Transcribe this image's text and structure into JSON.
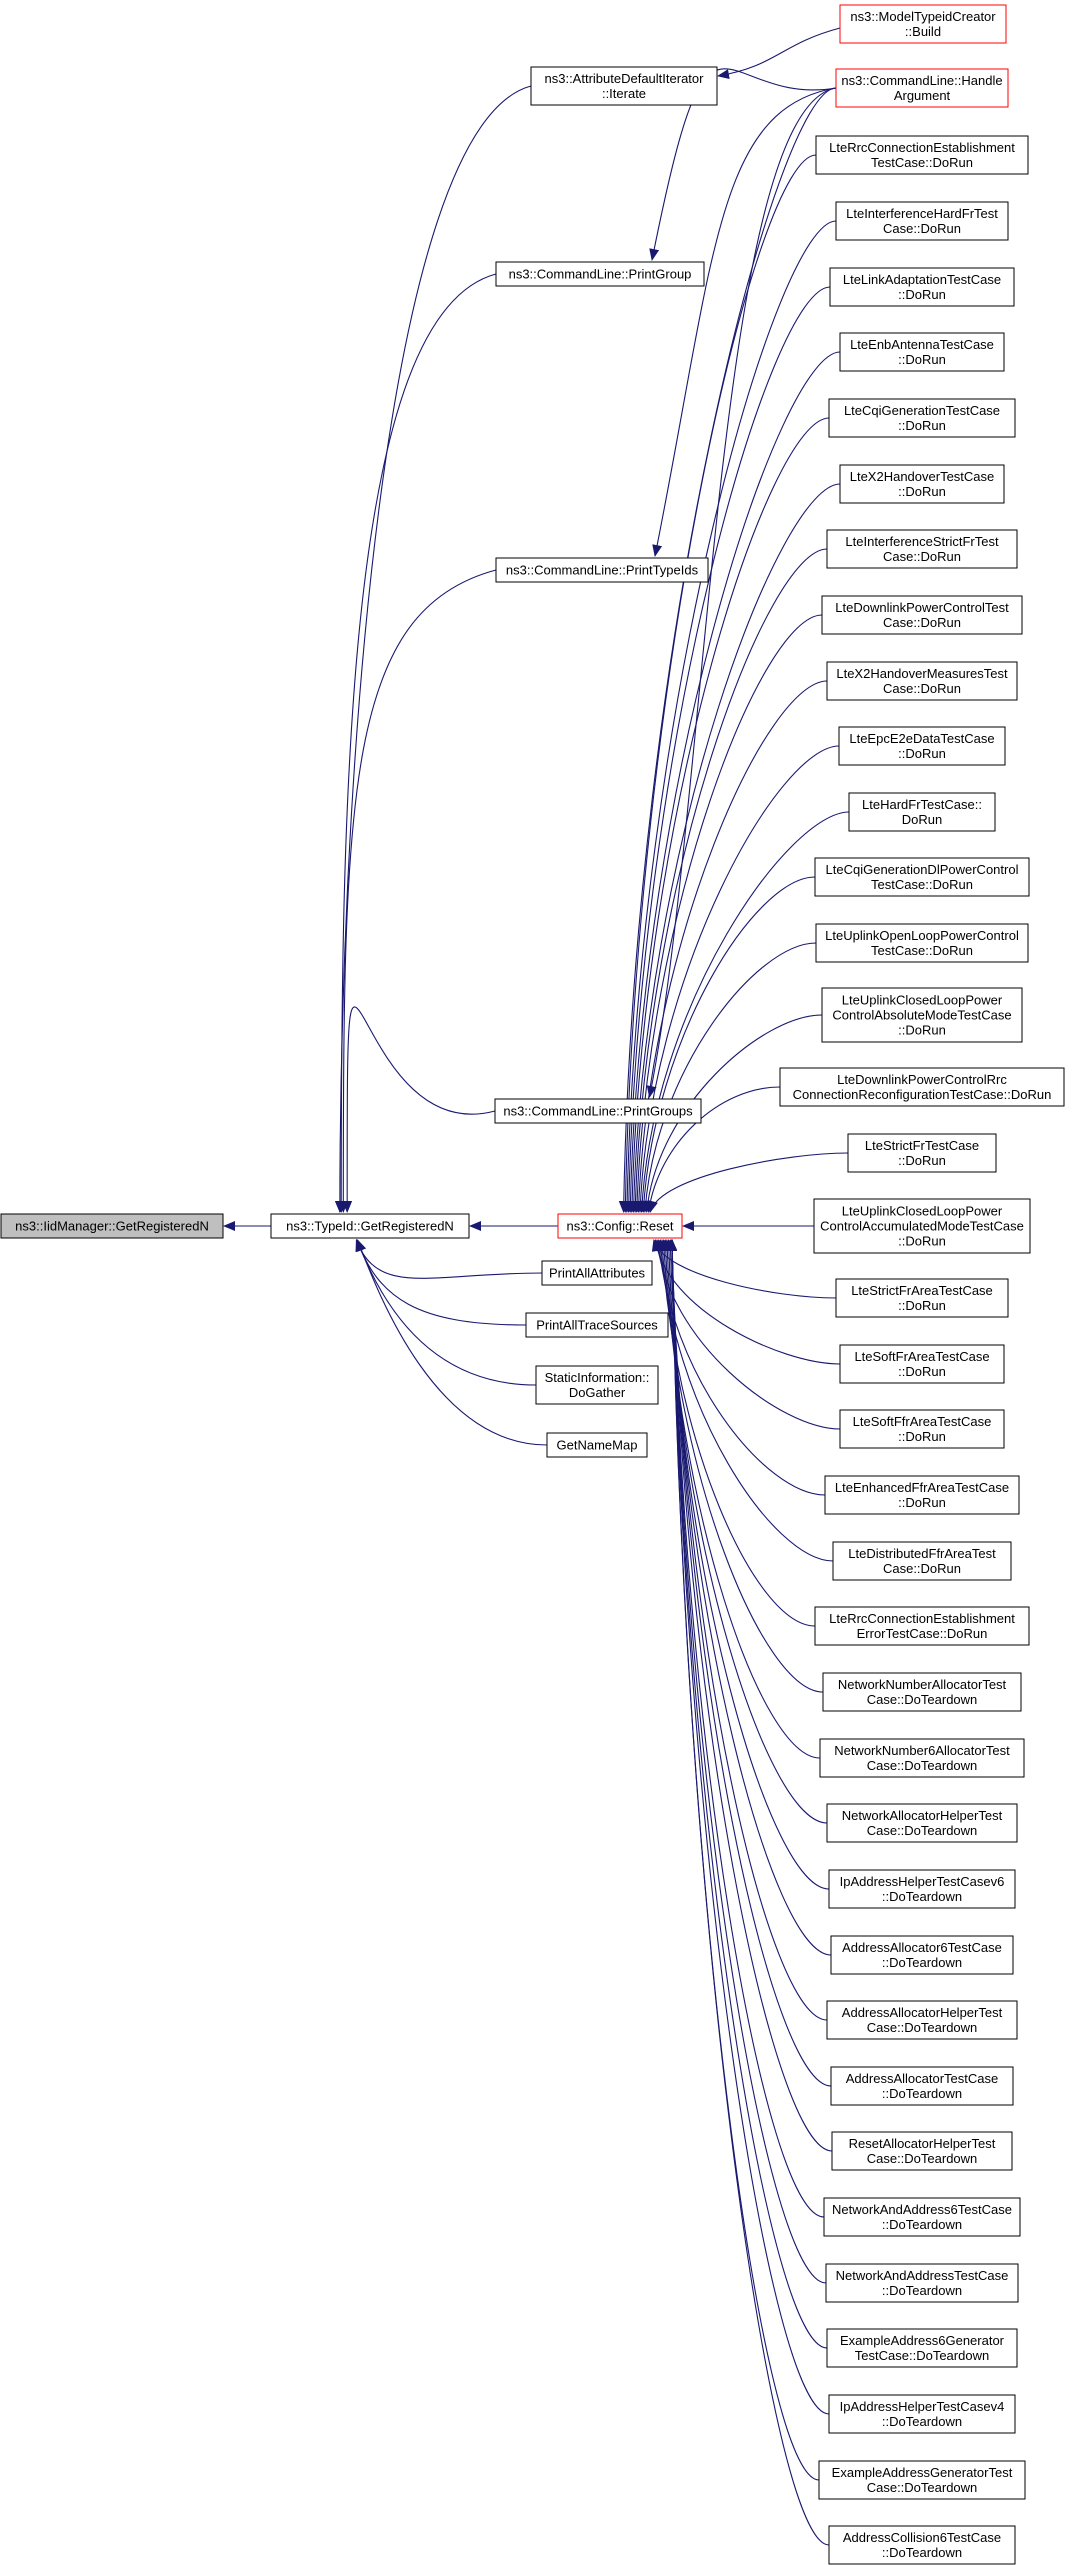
{
  "graph": {
    "colors": {
      "edge": "#191970",
      "node_border": "#000000",
      "node_border_highlight": "#ff0000",
      "focus_fill": "#bfbfbf",
      "node_fill": "#ffffff"
    },
    "nodes": [
      {
        "id": "root",
        "lines": [
          "ns3::IidManager::GetRegisteredN"
        ],
        "style": "focus"
      },
      {
        "id": "tgr",
        "lines": [
          "ns3::TypeId::GetRegisteredN"
        ],
        "style": "normal"
      },
      {
        "id": "adi",
        "lines": [
          "ns3::AttributeDefaultIterator",
          "::Iterate"
        ],
        "style": "normal"
      },
      {
        "id": "mtc",
        "lines": [
          "ns3::ModelTypeidCreator",
          "::Build"
        ],
        "style": "red"
      },
      {
        "id": "clpg",
        "lines": [
          "ns3::CommandLine::PrintGroup"
        ],
        "style": "normal"
      },
      {
        "id": "clpt",
        "lines": [
          "ns3::CommandLine::PrintTypeIds"
        ],
        "style": "normal"
      },
      {
        "id": "clpgs",
        "lines": [
          "ns3::CommandLine::PrintGroups"
        ],
        "style": "normal"
      },
      {
        "id": "paa",
        "lines": [
          "PrintAllAttributes"
        ],
        "style": "normal"
      },
      {
        "id": "pats",
        "lines": [
          "PrintAllTraceSources"
        ],
        "style": "normal"
      },
      {
        "id": "sid",
        "lines": [
          "StaticInformation::",
          "DoGather"
        ],
        "style": "normal"
      },
      {
        "id": "gnm",
        "lines": [
          "GetNameMap"
        ],
        "style": "normal"
      },
      {
        "id": "reset",
        "lines": [
          "ns3::Config::Reset"
        ],
        "style": "red"
      },
      {
        "id": "clha",
        "lines": [
          "ns3::CommandLine::Handle",
          "Argument"
        ],
        "style": "red"
      },
      {
        "id": "r1",
        "lines": [
          "LteRrcConnectionEstablishment",
          "TestCase::DoRun"
        ],
        "style": "normal"
      },
      {
        "id": "r2",
        "lines": [
          "LteInterferenceHardFrTest",
          "Case::DoRun"
        ],
        "style": "normal"
      },
      {
        "id": "r3",
        "lines": [
          "LteLinkAdaptationTestCase",
          "::DoRun"
        ],
        "style": "normal"
      },
      {
        "id": "r4",
        "lines": [
          "LteEnbAntennaTestCase",
          "::DoRun"
        ],
        "style": "normal"
      },
      {
        "id": "r5",
        "lines": [
          "LteCqiGenerationTestCase",
          "::DoRun"
        ],
        "style": "normal"
      },
      {
        "id": "r6",
        "lines": [
          "LteX2HandoverTestCase",
          "::DoRun"
        ],
        "style": "normal"
      },
      {
        "id": "r7",
        "lines": [
          "LteInterferenceStrictFrTest",
          "Case::DoRun"
        ],
        "style": "normal"
      },
      {
        "id": "r8",
        "lines": [
          "LteDownlinkPowerControlTest",
          "Case::DoRun"
        ],
        "style": "normal"
      },
      {
        "id": "r9",
        "lines": [
          "LteX2HandoverMeasuresTest",
          "Case::DoRun"
        ],
        "style": "normal"
      },
      {
        "id": "r10",
        "lines": [
          "LteEpcE2eDataTestCase",
          "::DoRun"
        ],
        "style": "normal"
      },
      {
        "id": "r11",
        "lines": [
          "LteHardFrTestCase::",
          "DoRun"
        ],
        "style": "normal"
      },
      {
        "id": "r12",
        "lines": [
          "LteCqiGenerationDlPowerControl",
          "TestCase::DoRun"
        ],
        "style": "normal"
      },
      {
        "id": "r13",
        "lines": [
          "LteUplinkOpenLoopPowerControl",
          "TestCase::DoRun"
        ],
        "style": "normal"
      },
      {
        "id": "r14",
        "lines": [
          "LteUplinkClosedLoopPower",
          "ControlAbsoluteModeTestCase",
          "::DoRun"
        ],
        "style": "normal"
      },
      {
        "id": "r15",
        "lines": [
          "LteDownlinkPowerControlRrc",
          "ConnectionReconfigurationTestCase::DoRun"
        ],
        "style": "normal"
      },
      {
        "id": "r16",
        "lines": [
          "LteStrictFrTestCase",
          "::DoRun"
        ],
        "style": "normal"
      },
      {
        "id": "r17",
        "lines": [
          "LteUplinkClosedLoopPower",
          "ControlAccumulatedModeTestCase",
          "::DoRun"
        ],
        "style": "normal"
      },
      {
        "id": "r18",
        "lines": [
          "LteStrictFrAreaTestCase",
          "::DoRun"
        ],
        "style": "normal"
      },
      {
        "id": "r19",
        "lines": [
          "LteSoftFrAreaTestCase",
          "::DoRun"
        ],
        "style": "normal"
      },
      {
        "id": "r20",
        "lines": [
          "LteSoftFfrAreaTestCase",
          "::DoRun"
        ],
        "style": "normal"
      },
      {
        "id": "r21",
        "lines": [
          "LteEnhancedFfrAreaTestCase",
          "::DoRun"
        ],
        "style": "normal"
      },
      {
        "id": "r22",
        "lines": [
          "LteDistributedFfrAreaTest",
          "Case::DoRun"
        ],
        "style": "normal"
      },
      {
        "id": "r23",
        "lines": [
          "LteRrcConnectionEstablishment",
          "ErrorTestCase::DoRun"
        ],
        "style": "normal"
      },
      {
        "id": "r24",
        "lines": [
          "NetworkNumberAllocatorTest",
          "Case::DoTeardown"
        ],
        "style": "normal"
      },
      {
        "id": "r25",
        "lines": [
          "NetworkNumber6AllocatorTest",
          "Case::DoTeardown"
        ],
        "style": "normal"
      },
      {
        "id": "r26",
        "lines": [
          "NetworkAllocatorHelperTest",
          "Case::DoTeardown"
        ],
        "style": "normal"
      },
      {
        "id": "r27",
        "lines": [
          "IpAddressHelperTestCasev6",
          "::DoTeardown"
        ],
        "style": "normal"
      },
      {
        "id": "r28",
        "lines": [
          "AddressAllocator6TestCase",
          "::DoTeardown"
        ],
        "style": "normal"
      },
      {
        "id": "r29",
        "lines": [
          "AddressAllocatorHelperTest",
          "Case::DoTeardown"
        ],
        "style": "normal"
      },
      {
        "id": "r30",
        "lines": [
          "AddressAllocatorTestCase",
          "::DoTeardown"
        ],
        "style": "normal"
      },
      {
        "id": "r31",
        "lines": [
          "ResetAllocatorHelperTest",
          "Case::DoTeardown"
        ],
        "style": "normal"
      },
      {
        "id": "r32",
        "lines": [
          "NetworkAndAddress6TestCase",
          "::DoTeardown"
        ],
        "style": "normal"
      },
      {
        "id": "r33",
        "lines": [
          "NetworkAndAddressTestCase",
          "::DoTeardown"
        ],
        "style": "normal"
      },
      {
        "id": "r34",
        "lines": [
          "ExampleAddress6Generator",
          "TestCase::DoTeardown"
        ],
        "style": "normal"
      },
      {
        "id": "r35",
        "lines": [
          "IpAddressHelperTestCasev4",
          "::DoTeardown"
        ],
        "style": "normal"
      },
      {
        "id": "r36",
        "lines": [
          "ExampleAddressGeneratorTest",
          "Case::DoTeardown"
        ],
        "style": "normal"
      },
      {
        "id": "r37",
        "lines": [
          "AddressCollision6TestCase",
          "::DoTeardown"
        ],
        "style": "normal"
      }
    ],
    "edges": [
      {
        "from": "tgr",
        "to": "root"
      },
      {
        "from": "adi",
        "to": "tgr"
      },
      {
        "from": "mtc",
        "to": "adi"
      },
      {
        "from": "clpg",
        "to": "tgr"
      },
      {
        "from": "clpt",
        "to": "tgr"
      },
      {
        "from": "clpgs",
        "to": "tgr"
      },
      {
        "from": "paa",
        "to": "tgr"
      },
      {
        "from": "pats",
        "to": "tgr"
      },
      {
        "from": "sid",
        "to": "tgr"
      },
      {
        "from": "gnm",
        "to": "tgr"
      },
      {
        "from": "reset",
        "to": "tgr"
      },
      {
        "from": "clha",
        "to": "clpg"
      },
      {
        "from": "clha",
        "to": "clpt"
      },
      {
        "from": "clha",
        "to": "clpgs"
      },
      {
        "from": "clha",
        "to": "reset"
      },
      {
        "from": "r1",
        "to": "reset"
      },
      {
        "from": "r2",
        "to": "reset"
      },
      {
        "from": "r3",
        "to": "reset"
      },
      {
        "from": "r4",
        "to": "reset"
      },
      {
        "from": "r5",
        "to": "reset"
      },
      {
        "from": "r6",
        "to": "reset"
      },
      {
        "from": "r7",
        "to": "reset"
      },
      {
        "from": "r8",
        "to": "reset"
      },
      {
        "from": "r9",
        "to": "reset"
      },
      {
        "from": "r10",
        "to": "reset"
      },
      {
        "from": "r11",
        "to": "reset"
      },
      {
        "from": "r12",
        "to": "reset"
      },
      {
        "from": "r13",
        "to": "reset"
      },
      {
        "from": "r14",
        "to": "reset"
      },
      {
        "from": "r15",
        "to": "reset"
      },
      {
        "from": "r16",
        "to": "reset"
      },
      {
        "from": "r17",
        "to": "reset"
      },
      {
        "from": "r18",
        "to": "reset"
      },
      {
        "from": "r19",
        "to": "reset"
      },
      {
        "from": "r20",
        "to": "reset"
      },
      {
        "from": "r21",
        "to": "reset"
      },
      {
        "from": "r22",
        "to": "reset"
      },
      {
        "from": "r23",
        "to": "reset"
      },
      {
        "from": "r24",
        "to": "reset"
      },
      {
        "from": "r25",
        "to": "reset"
      },
      {
        "from": "r26",
        "to": "reset"
      },
      {
        "from": "r27",
        "to": "reset"
      },
      {
        "from": "r28",
        "to": "reset"
      },
      {
        "from": "r29",
        "to": "reset"
      },
      {
        "from": "r30",
        "to": "reset"
      },
      {
        "from": "r31",
        "to": "reset"
      },
      {
        "from": "r32",
        "to": "reset"
      },
      {
        "from": "r33",
        "to": "reset"
      },
      {
        "from": "r34",
        "to": "reset"
      },
      {
        "from": "r35",
        "to": "reset"
      },
      {
        "from": "r36",
        "to": "reset"
      },
      {
        "from": "r37",
        "to": "reset"
      }
    ]
  }
}
